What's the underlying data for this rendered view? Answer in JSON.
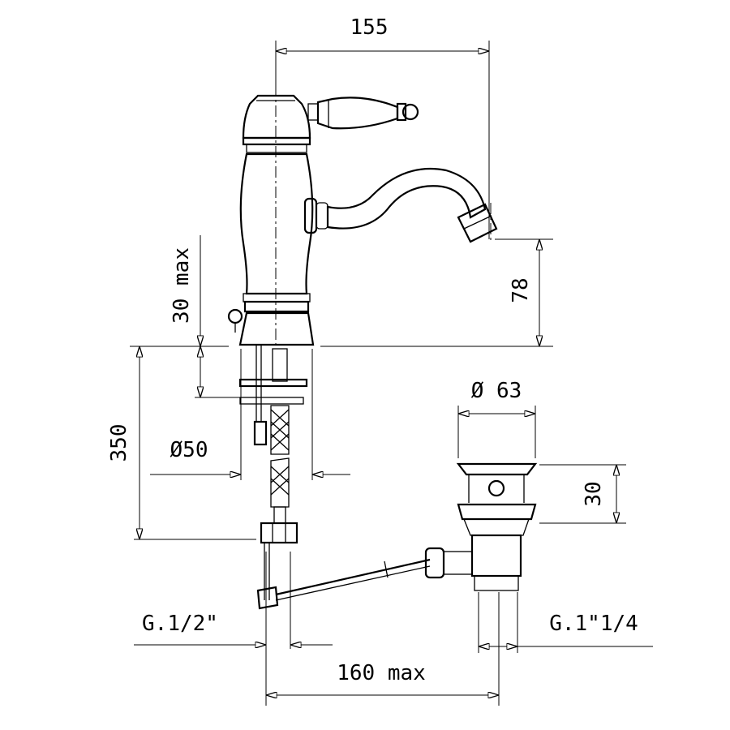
{
  "drawing": {
    "dimensions": {
      "spout_reach": "155",
      "spout_height": "78",
      "deck_thickness": "30 max",
      "body_height": "350",
      "base_diameter": "Ø50",
      "waste_diameter": "Ø 63",
      "waste_height": "30",
      "inlet_thread": "G.1/2\"",
      "waste_thread": "G.1\"1/4",
      "rod_length": "160 max"
    }
  }
}
